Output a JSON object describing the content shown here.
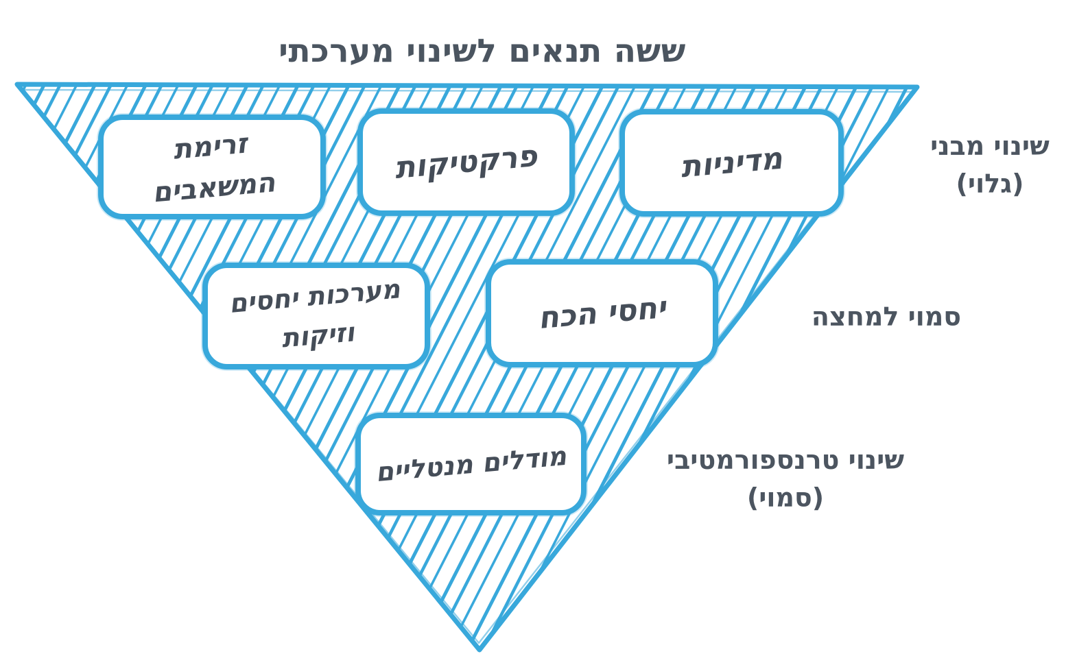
{
  "title": "ששה תנאים לשינוי מערכתי",
  "colors": {
    "accent_blue": "#38a8db",
    "box_ink_dark": "#454d58",
    "label_gray": "#4c5560",
    "background": "#ffffff"
  },
  "pyramid": {
    "shape": "inverted-triangle",
    "fill_style": "diagonal-hatch"
  },
  "boxes": {
    "policies": "מדיניות",
    "practices": "פרקטיקות",
    "resource_flows": "זרימת המשאבים",
    "power_relations": "יחסי הכח",
    "relationships": "מערכות יחסים וזיקות",
    "mental_models": "מודלים מנטליים"
  },
  "side_labels": {
    "structural": {
      "line1": "שינוי מבני",
      "line2": "(גלוי)"
    },
    "semi_hidden": {
      "line1": "סמוי למחצה"
    },
    "transformative": {
      "line1": "שינוי טרנספורמטיבי",
      "line2": "(סמוי)"
    }
  }
}
